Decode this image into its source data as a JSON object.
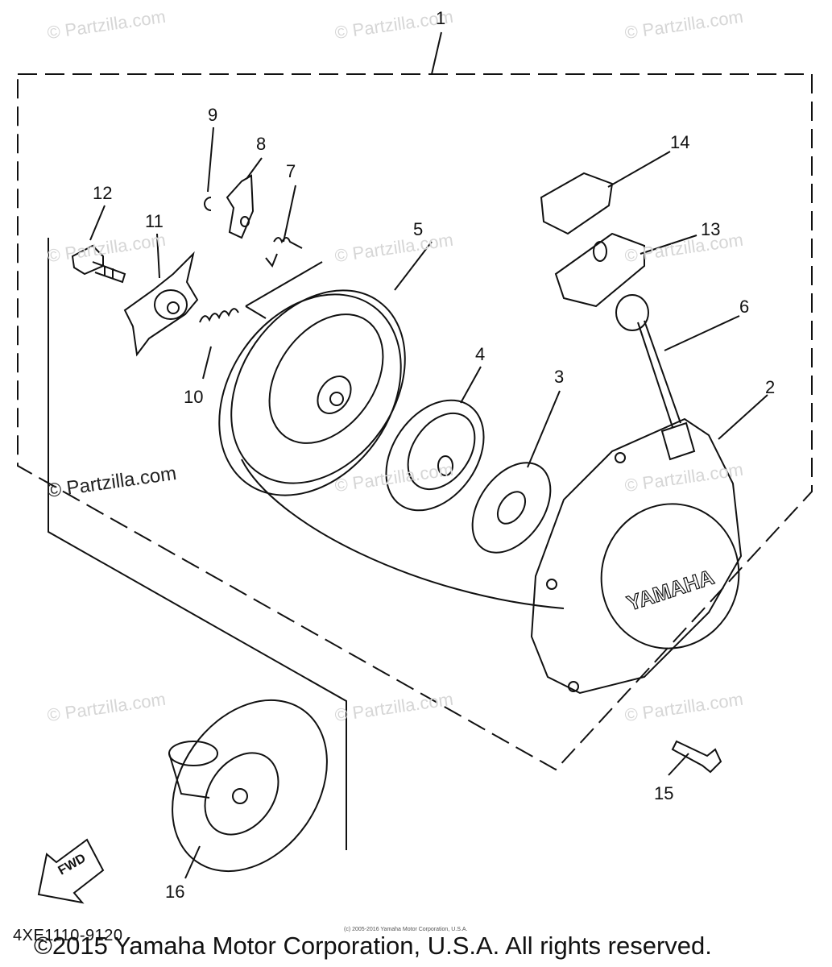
{
  "watermarks": [
    "© Partzilla.com",
    "© Partzilla.com",
    "© Partzilla.com",
    "© Partzilla.com",
    "© Partzilla.com",
    "© Partzilla.com",
    "© Partzilla.com",
    "© Partzilla.com",
    "© Partzilla.com",
    "© Partzilla.com",
    "© Partzilla.com"
  ],
  "watermark_dark": "© Partzilla.com",
  "callouts": [
    "1",
    "2",
    "3",
    "4",
    "5",
    "6",
    "7",
    "8",
    "9",
    "10",
    "11",
    "12",
    "13",
    "14",
    "15",
    "16"
  ],
  "cover_logo": "YAMAHA",
  "fwd_label": "FWD",
  "diagram_code": "4XE1110-9120",
  "small_copyright": "(c) 2005-2016 Yamaha Motor Corporation, U.S.A.",
  "copyright": "©2015 Yamaha Motor Corporation, U.S.A. All rights reserved."
}
